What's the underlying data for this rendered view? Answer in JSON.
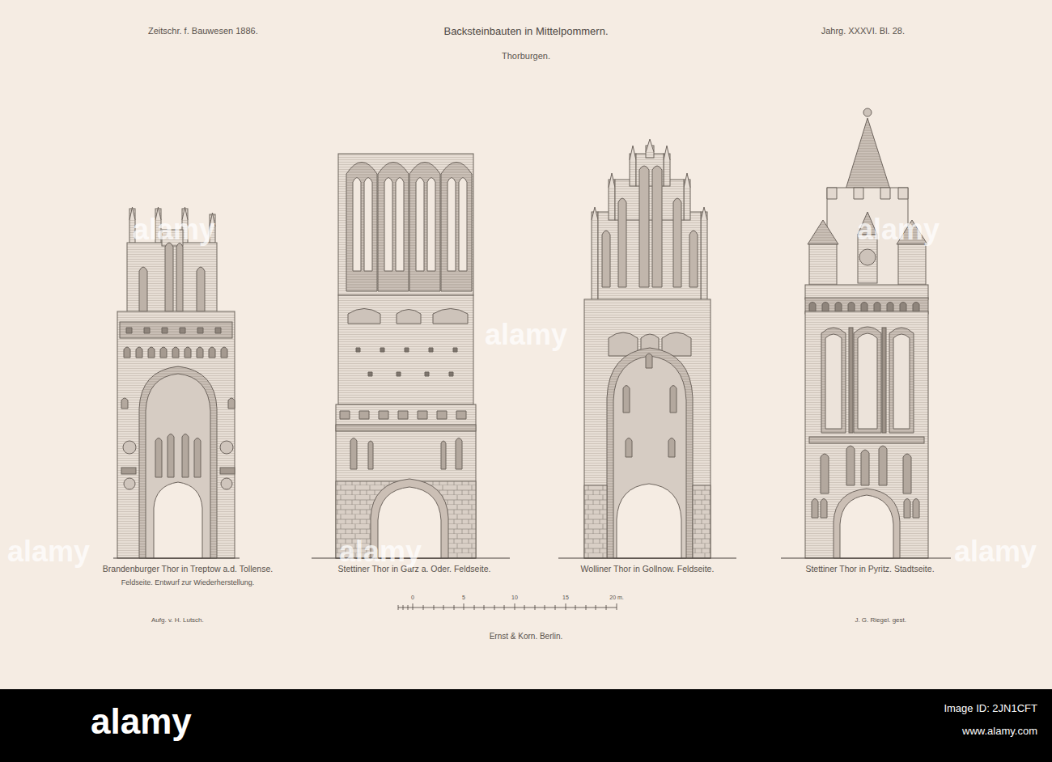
{
  "diagram": {
    "title": "Backsteinbauten in Mittelpommern.",
    "labels": [
      "Zeitschr. f. Bauwesen 1886.",
      "Thorburgen.",
      "Jahrg. XXXVI. Bl. 28.",
      "Brandenburger Thor in Treptow a.d. Tollense.",
      "Feldseite. Entwurf zur Wiederherstellung.",
      "Stettiner Thor in Garz a. Oder. Feldseite.",
      "Wolliner Thor in Gollnow. Feldseite.",
      "Stettiner Thor in Pyritz. Stadtseite.",
      "0",
      "5",
      "10",
      "15",
      "20 m.",
      "Aufg. v. H. Lutsch.",
      "J. G. Riegel. gest.",
      "Ernst & Korn. Berlin.",
      "alamy",
      "alamy",
      "alamy",
      "alamy",
      "alamy",
      "alamy",
      "alamy",
      "Image ID: 2JN1CFT",
      "www.alamy.com"
    ]
  }
}
